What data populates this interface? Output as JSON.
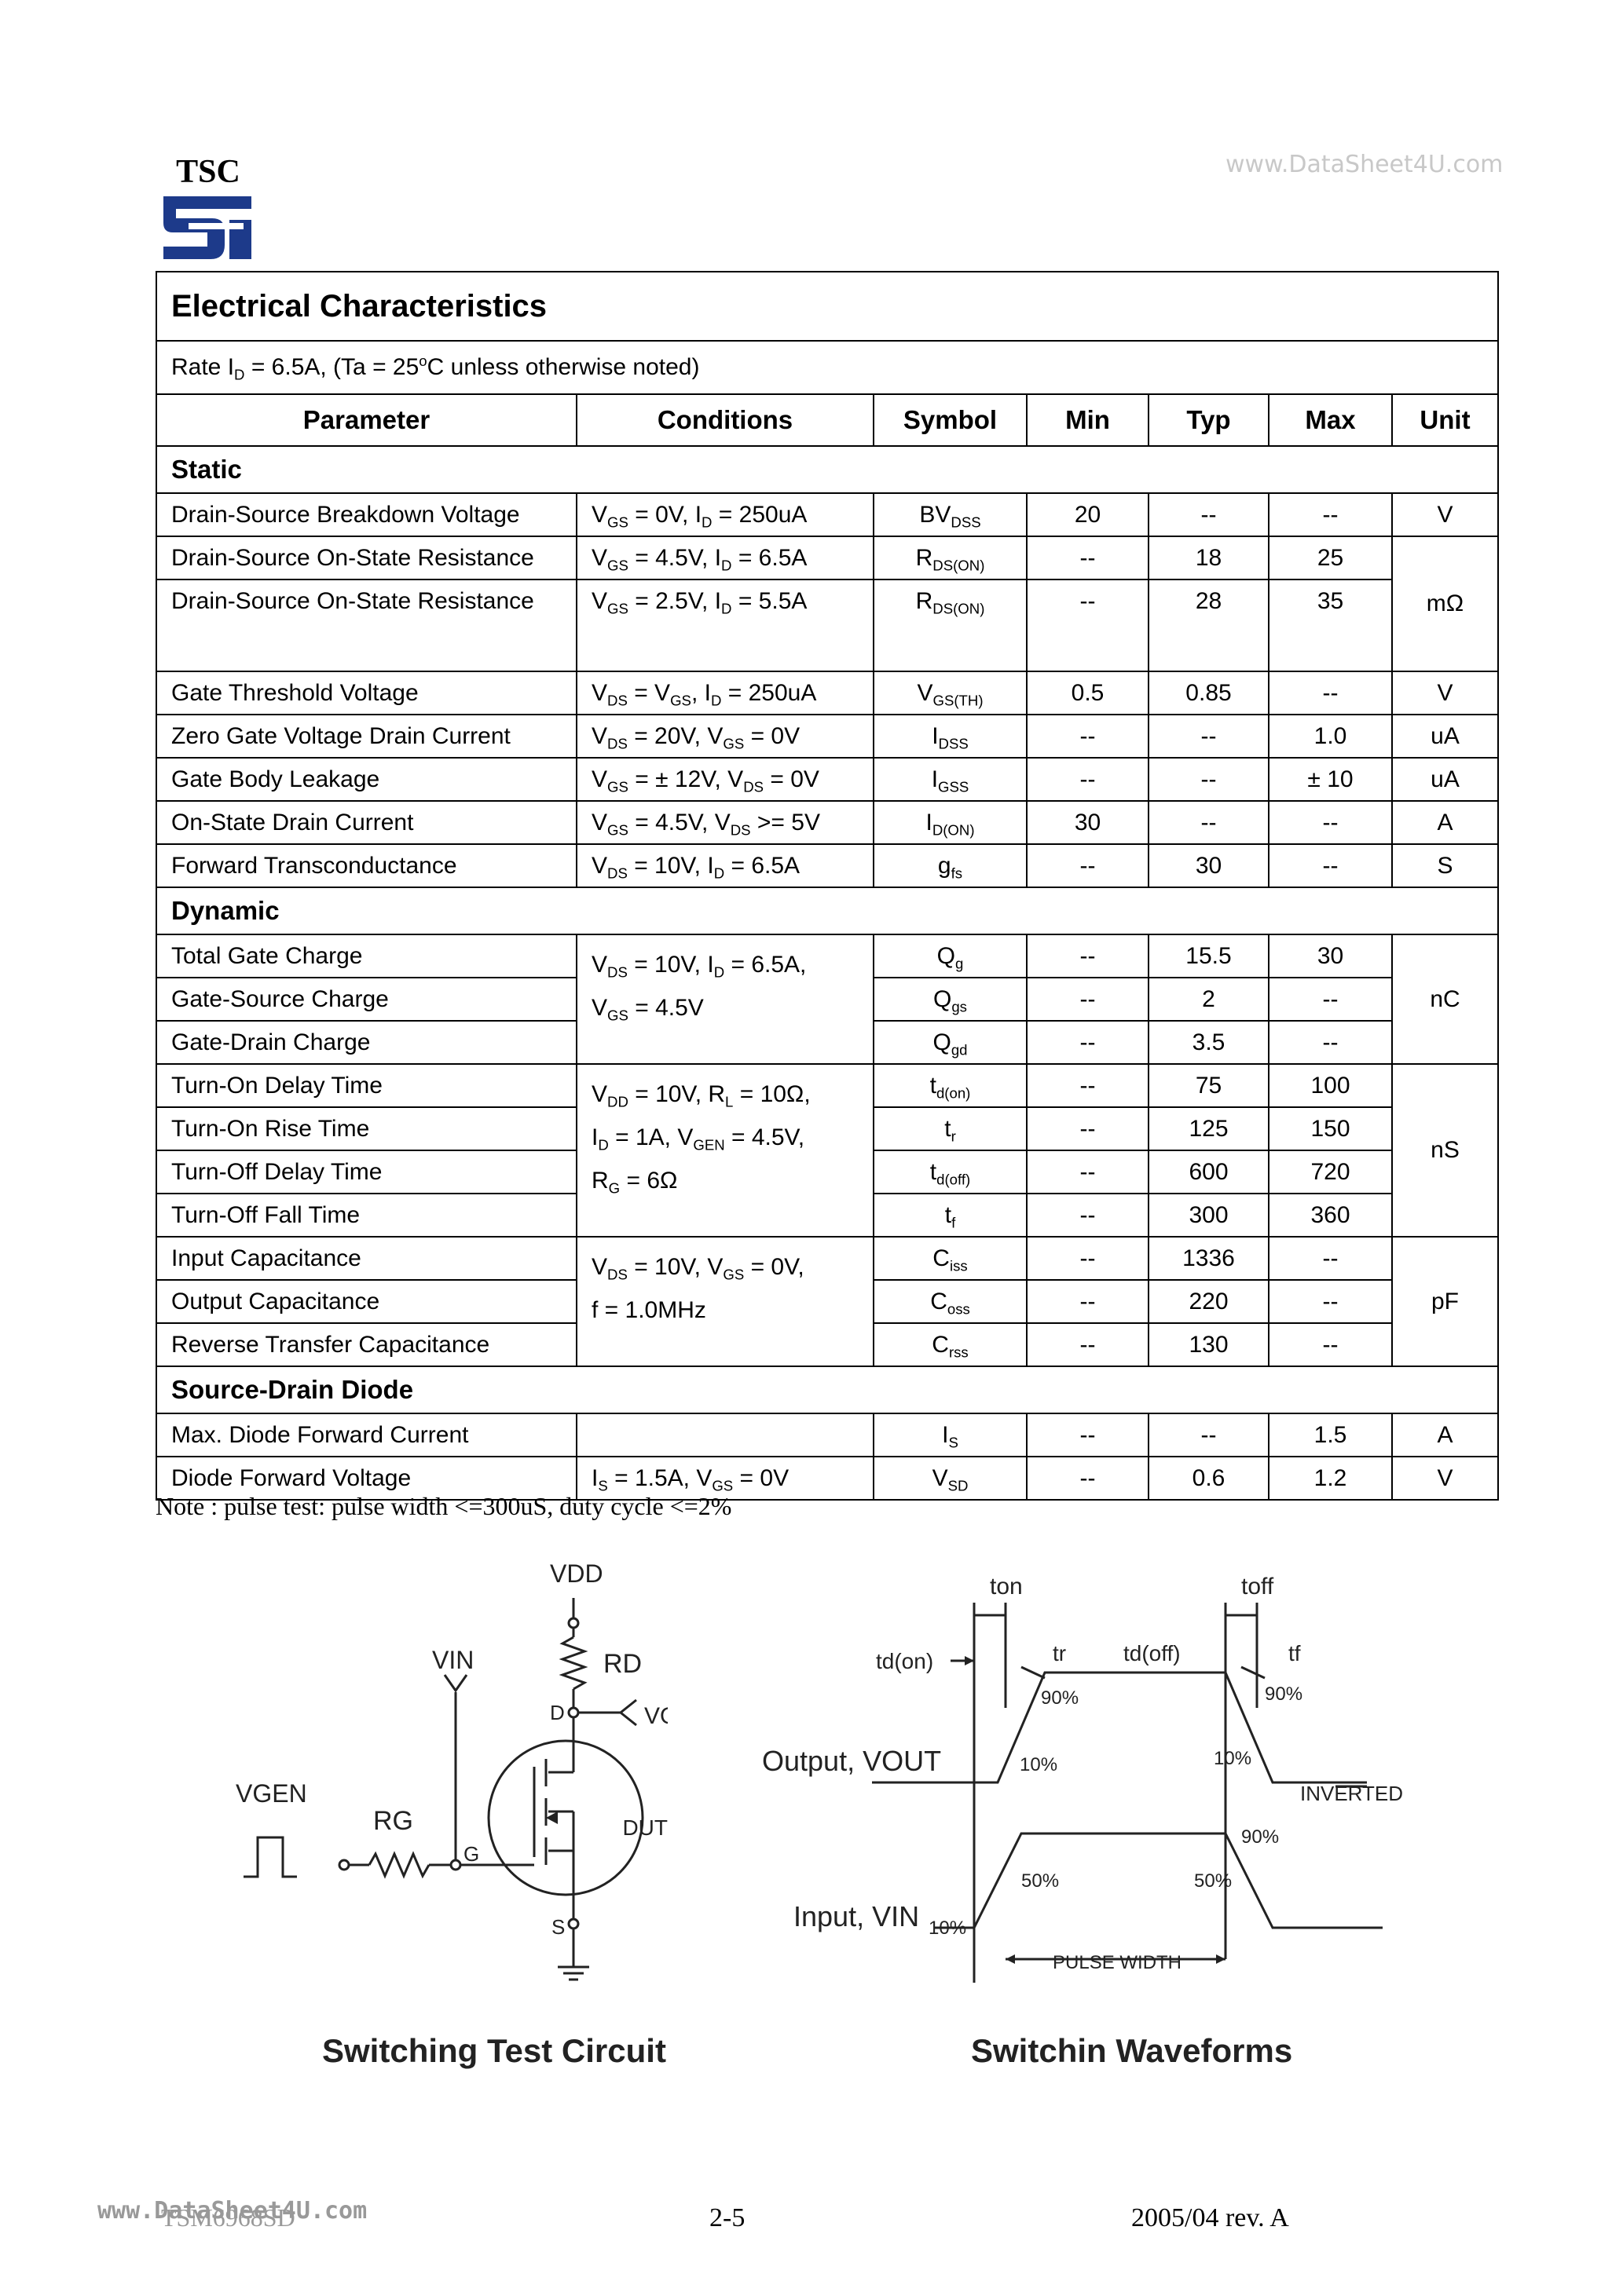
{
  "header": {
    "logo_text": "TSC",
    "watermark": "www.DataSheet4U.com"
  },
  "table": {
    "title": "Electrical Characteristics",
    "rate_note": {
      "prefix": "Rate I",
      "sub": "D",
      "mid": " = 6.5A, (Ta = 25",
      "sup": "o",
      "suffix": "C unless otherwise noted)"
    },
    "headers": [
      "Parameter",
      "Conditions",
      "Symbol",
      "Min",
      "Typ",
      "Max",
      "Unit"
    ],
    "sections": {
      "static": "Static",
      "dynamic": "Dynamic",
      "source_drain": "Source-Drain Diode"
    },
    "rows": {
      "bvdss": {
        "param": "Drain-Source Breakdown Voltage",
        "c1": "V",
        "c1s": "GS",
        "c2": " = 0V, I",
        "c2s": "D",
        "c3": " = 250uA",
        "sym": "BV",
        "sym_s": "DSS",
        "min": "20",
        "typ": "--",
        "max": "--",
        "unit": "V"
      },
      "rds1": {
        "param": "Drain-Source On-State Resistance",
        "c1": "V",
        "c1s": "GS",
        "c2": " = 4.5V, I",
        "c2s": "D",
        "c3": " = 6.5A",
        "sym": "R",
        "sym_s": "DS(ON)",
        "min": "--",
        "typ": "18",
        "max": "25"
      },
      "rds2": {
        "param": "Drain-Source On-State Resistance",
        "c1": "V",
        "c1s": "GS",
        "c2": " = 2.5V, I",
        "c2s": "D",
        "c3": " = 5.5A",
        "sym": "R",
        "sym_s": "DS(ON)",
        "min": "--",
        "typ": "28",
        "max": "35"
      },
      "rds_unit": "mΩ",
      "vth": {
        "param": "Gate Threshold Voltage",
        "c1": "V",
        "c1s": "DS",
        "c2": " = V",
        "c2s": "GS",
        "c3": ", I",
        "c3s": "D",
        "c4": " = 250uA",
        "sym": "V",
        "sym_s": "GS(TH)",
        "min": "0.5",
        "typ": "0.85",
        "max": "--",
        "unit": "V"
      },
      "idss": {
        "param": "Zero Gate Voltage Drain Current",
        "c1": "V",
        "c1s": "DS",
        "c2": " = 20V, V",
        "c2s": "GS",
        "c3": " = 0V",
        "sym": "I",
        "sym_s": "DSS",
        "min": "--",
        "typ": "--",
        "max": "1.0",
        "unit": "uA"
      },
      "igss": {
        "param": "Gate Body Leakage",
        "c1": "V",
        "c1s": "GS",
        "c2": " = ± 12V, V",
        "c2s": "DS",
        "c3": " = 0V",
        "sym": "I",
        "sym_s": "GSS",
        "min": "--",
        "typ": "--",
        "max": "± 10",
        "unit": "uA"
      },
      "idon": {
        "param": "On-State Drain Current",
        "c1": "V",
        "c1s": "GS",
        "c2": " = 4.5V, V",
        "c2s": "DS",
        "c3": " >= 5V",
        "sym": "I",
        "sym_s": "D(ON)",
        "min": "30",
        "typ": "--",
        "max": "--",
        "unit": "A"
      },
      "gfs": {
        "param": "Forward Transconductance",
        "c1": "V",
        "c1s": "DS",
        "c2": " = 10V, I",
        "c2s": "D",
        "c3": " = 6.5A",
        "sym": "g",
        "sym_s": "fs",
        "min": "--",
        "typ": "30",
        "max": "--",
        "unit": "S"
      },
      "qg": {
        "param": "Total Gate Charge",
        "sym": "Q",
        "sym_s": "g",
        "min": "--",
        "typ": "15.5",
        "max": "30"
      },
      "qgs": {
        "param": "Gate-Source Charge",
        "sym": "Q",
        "sym_s": "gs",
        "min": "--",
        "typ": "2",
        "max": "--"
      },
      "qgd": {
        "param": "Gate-Drain Charge",
        "sym": "Q",
        "sym_s": "gd",
        "min": "--",
        "typ": "3.5",
        "max": "--"
      },
      "q_cond": {
        "l1a": "V",
        "l1s": "DS",
        "l1b": " = 10V, I",
        "l1s2": "D",
        "l1c": " = 6.5A,",
        "l2a": "V",
        "l2s": "GS",
        "l2b": " = 4.5V"
      },
      "q_unit": "nC",
      "tdon": {
        "param": "Turn-On Delay Time",
        "sym": "t",
        "sym_s": "d(on)",
        "min": "--",
        "typ": "75",
        "max": "100"
      },
      "tr": {
        "param": "Turn-On Rise Time",
        "sym": "t",
        "sym_s": "r",
        "min": "--",
        "typ": "125",
        "max": "150"
      },
      "tdoff": {
        "param": "Turn-Off Delay Time",
        "sym": "t",
        "sym_s": "d(off)",
        "min": "--",
        "typ": "600",
        "max": "720"
      },
      "tf": {
        "param": "Turn-Off Fall Time",
        "sym": "t",
        "sym_s": "f",
        "min": "--",
        "typ": "300",
        "max": "360"
      },
      "t_cond": {
        "l1a": "V",
        "l1s": "DD",
        "l1b": " = 10V, R",
        "l1s2": "L",
        "l1c": " = 10Ω,",
        "l2a": "I",
        "l2s": "D",
        "l2b": " = 1A, V",
        "l2s2": "GEN",
        "l2c": " = 4.5V,",
        "l3a": "R",
        "l3s": "G",
        "l3b": " = 6Ω"
      },
      "t_unit": "nS",
      "ciss": {
        "param": "Input Capacitance",
        "sym": "C",
        "sym_s": "iss",
        "min": "--",
        "typ": "1336",
        "max": "--"
      },
      "coss": {
        "param": "Output Capacitance",
        "sym": "C",
        "sym_s": "oss",
        "min": "--",
        "typ": "220",
        "max": "--"
      },
      "crss": {
        "param": "Reverse Transfer Capacitance",
        "sym": "C",
        "sym_s": "rss",
        "min": "--",
        "typ": "130",
        "max": "--"
      },
      "c_cond": {
        "l1a": "V",
        "l1s": "DS",
        "l1b": " = 10V, V",
        "l1s2": "GS",
        "l1c": " = 0V,",
        "l2": "f = 1.0MHz"
      },
      "c_unit": "pF",
      "is": {
        "param": "Max. Diode Forward Current",
        "sym": "I",
        "sym_s": "S",
        "min": "--",
        "typ": "--",
        "max": "1.5",
        "unit": "A"
      },
      "vsd": {
        "param": "Diode Forward Voltage",
        "c1": "I",
        "c1s": "S",
        "c2": " = 1.5A, V",
        "c2s": "GS",
        "c3": " = 0V",
        "sym": "V",
        "sym_s": "SD",
        "min": "--",
        "typ": "0.6",
        "max": "1.2",
        "unit": "V"
      }
    }
  },
  "note": "Note : pulse test: pulse width <=300uS, duty cycle <=2%",
  "circuit": {
    "vdd": "VDD",
    "rd": "RD",
    "vin": "VIN",
    "vout": "VOUT",
    "d": "D",
    "vgen": "VGEN",
    "rg": "RG",
    "g": "G",
    "dut": "DUT",
    "s": "S",
    "caption": "Switching Test Circuit"
  },
  "waveforms": {
    "ton": "ton",
    "toff": "toff",
    "tdon": "td(on)",
    "tr": "tr",
    "tdoff": "td(off)",
    "tf": "tf",
    "p90a": "90%",
    "p90b": "90%",
    "p10a": "10%",
    "p10b": "10%",
    "inverted": "INVERTED",
    "p90c": "90%",
    "p50a": "50%",
    "p50b": "50%",
    "p10c": "10%",
    "output": "Output, VOUT",
    "input": "Input, VIN",
    "pulse_width": "PULSE WIDTH",
    "caption": "Switchin Waveforms"
  },
  "footer": {
    "watermark": "www.DataSheet4U.com",
    "part": "TSM6968SD",
    "page": "2-5",
    "rev": "2005/04 rev. A"
  }
}
